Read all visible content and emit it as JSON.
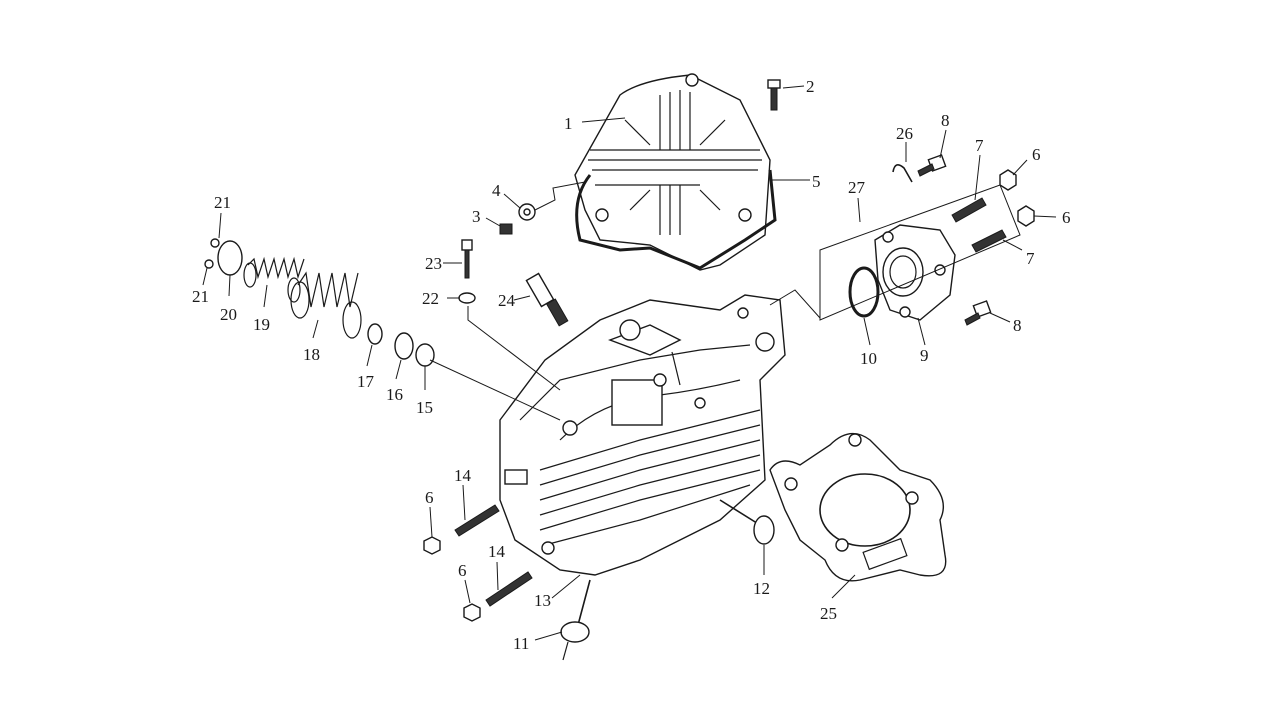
{
  "labels": {
    "p1": "1",
    "p2": "2",
    "p3": "3",
    "p4": "4",
    "p5": "5",
    "p6a": "6",
    "p6b": "6",
    "p6c": "6",
    "p6d": "6",
    "p7a": "7",
    "p7b": "7",
    "p8a": "8",
    "p8b": "8",
    "p9": "9",
    "p10": "10",
    "p11": "11",
    "p12": "12",
    "p13": "13",
    "p14a": "14",
    "p14b": "14",
    "p15": "15",
    "p16": "16",
    "p17": "17",
    "p18": "18",
    "p19": "19",
    "p20": "20",
    "p21a": "21",
    "p21b": "21",
    "p22": "22",
    "p23": "23",
    "p24": "24",
    "p25": "25",
    "p26": "26",
    "p27": "27"
  }
}
